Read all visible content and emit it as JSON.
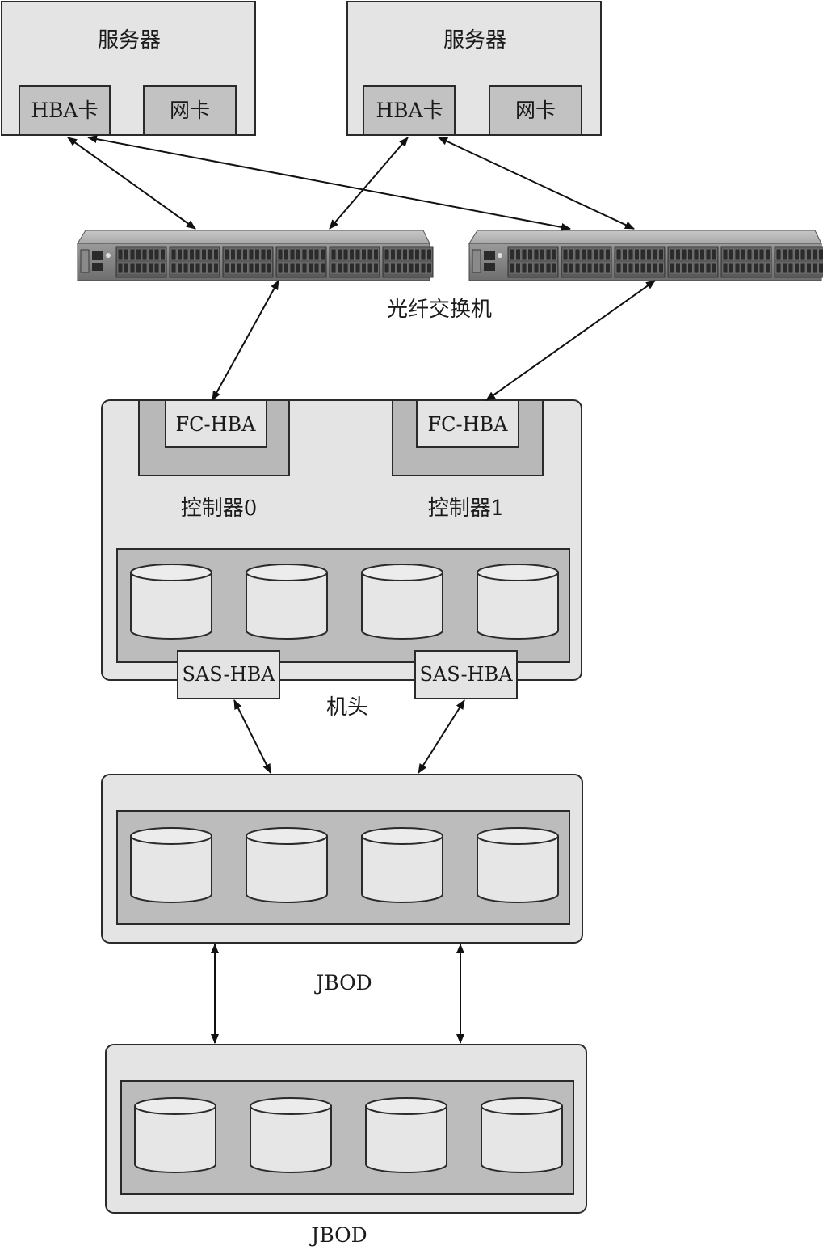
{
  "servers": [
    {
      "title": "服务器",
      "hba": "HBA卡",
      "nic": "网卡"
    },
    {
      "title": "服务器",
      "hba": "HBA卡",
      "nic": "网卡"
    }
  ],
  "switch_label": "光纤交换机",
  "head": {
    "controllers": [
      {
        "port": "FC-HBA",
        "label": "控制器0"
      },
      {
        "port": "FC-HBA",
        "label": "控制器1"
      }
    ],
    "sas_ports": [
      "SAS-HBA",
      "SAS-HBA"
    ],
    "label": "机头"
  },
  "jbods": [
    {
      "label": "JBOD"
    },
    {
      "label": "JBOD"
    }
  ]
}
